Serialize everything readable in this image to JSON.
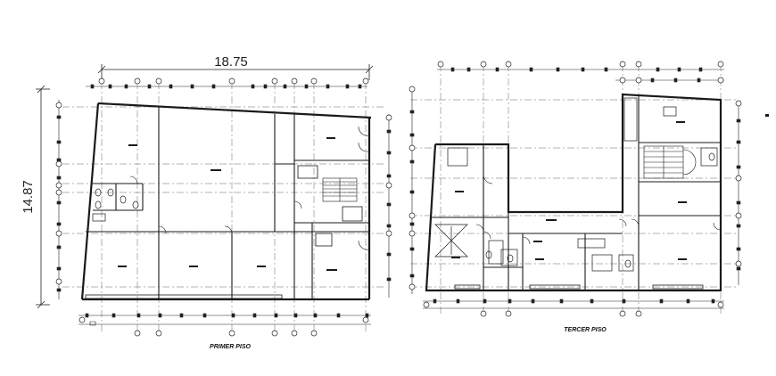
{
  "drawing": {
    "overall_width_dimension": "18.75",
    "overall_height_dimension": "14.87",
    "plans": [
      {
        "id": "primer",
        "title": "PRIMER PISO"
      },
      {
        "id": "tercer",
        "title": "TERCER PISO"
      }
    ]
  },
  "colors": {
    "line": "#1a1a1a",
    "axis": "#555555",
    "background": "#ffffff"
  }
}
